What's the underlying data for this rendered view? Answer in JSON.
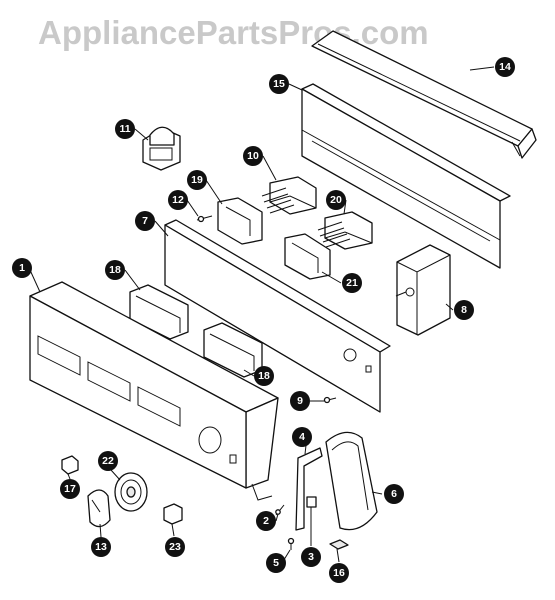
{
  "watermark": "AppliancePartsPros.com",
  "callouts": {
    "p1": "1",
    "p2": "2",
    "p3": "3",
    "p4": "4",
    "p5": "5",
    "p6": "6",
    "p7": "7",
    "p8": "8",
    "p9": "9",
    "p10": "10",
    "p11": "11",
    "p12": "12",
    "p13": "13",
    "p14": "14",
    "p15": "15",
    "p16": "16",
    "p17": "17",
    "p18a": "18",
    "p18b": "18",
    "p19": "19",
    "p20": "20",
    "p21": "21",
    "p22": "22",
    "p23": "23"
  }
}
